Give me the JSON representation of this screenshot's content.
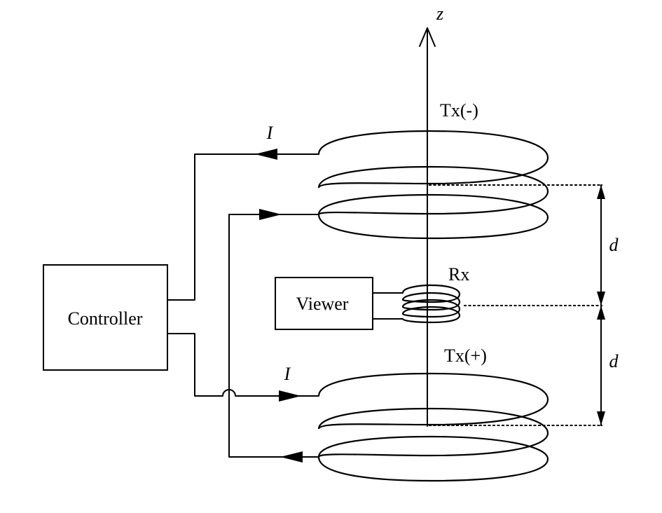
{
  "labels": {
    "axis": "z",
    "tx_top": "Tx(-)",
    "tx_bottom": "Tx(+)",
    "rx": "Rx",
    "controller": "Controller",
    "viewer": "Viewer",
    "current_top": "I",
    "current_bottom": "I",
    "distance_upper": "d",
    "distance_lower": "d"
  }
}
